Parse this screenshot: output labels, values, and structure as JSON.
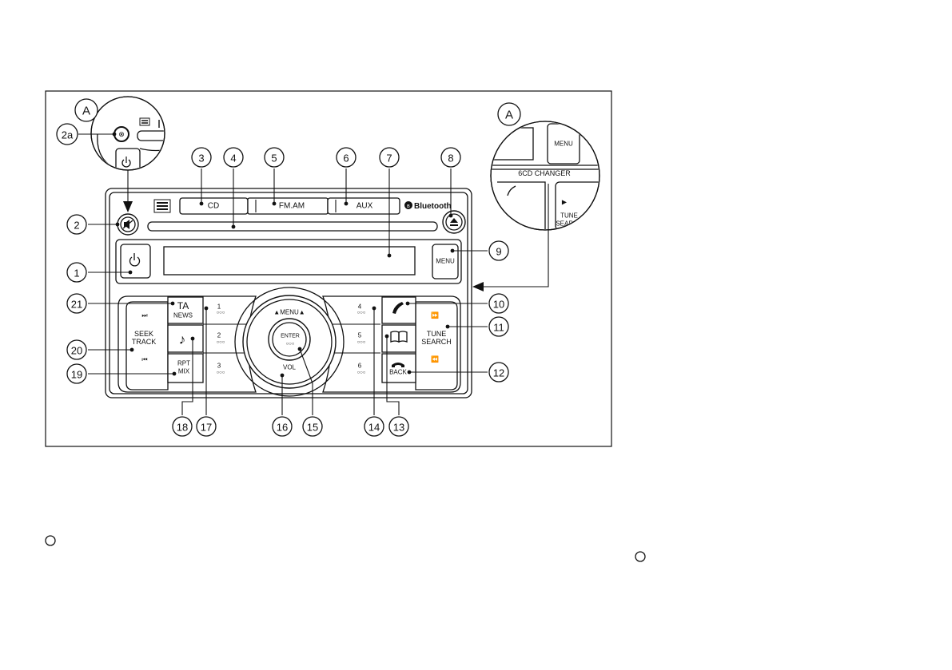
{
  "labels": {
    "inset_left": "A",
    "inset_right": "A",
    "buttons": {
      "cd": "CD",
      "fm_am": "FM.AM",
      "aux": "AUX",
      "bluetooth": "Bluetooth",
      "menu": "MENU",
      "ta": "TA",
      "news": "NEWS",
      "seek": "SEEK",
      "track": "TRACK",
      "rpt": "RPT",
      "mix": "MIX",
      "tune": "TUNE",
      "search": "SEARCH",
      "back": "BACK",
      "enter": "ENTER",
      "vol": "VOL",
      "knob_menu": "▲MENU▲",
      "preset_1": "1",
      "preset_2": "2",
      "preset_3": "3",
      "preset_4": "4",
      "preset_5": "5",
      "preset_6": "6"
    },
    "inset_right_text": {
      "menu": "MENU",
      "changer": "6CD CHANGER",
      "tune": "TUNE",
      "search": "SEARCH"
    }
  },
  "callouts": [
    "1",
    "2",
    "2a",
    "3",
    "4",
    "5",
    "6",
    "7",
    "8",
    "9",
    "10",
    "11",
    "12",
    "13",
    "14",
    "15",
    "16",
    "17",
    "18",
    "19",
    "20",
    "21"
  ],
  "icons": [
    "power-icon",
    "mute-icon",
    "eject-icon",
    "phone-icon",
    "phonebook-icon",
    "hangup-icon",
    "music-note-icon",
    "seek-forward-icon",
    "seek-back-icon",
    "cd-logo-icon",
    "bluetooth-icon"
  ]
}
